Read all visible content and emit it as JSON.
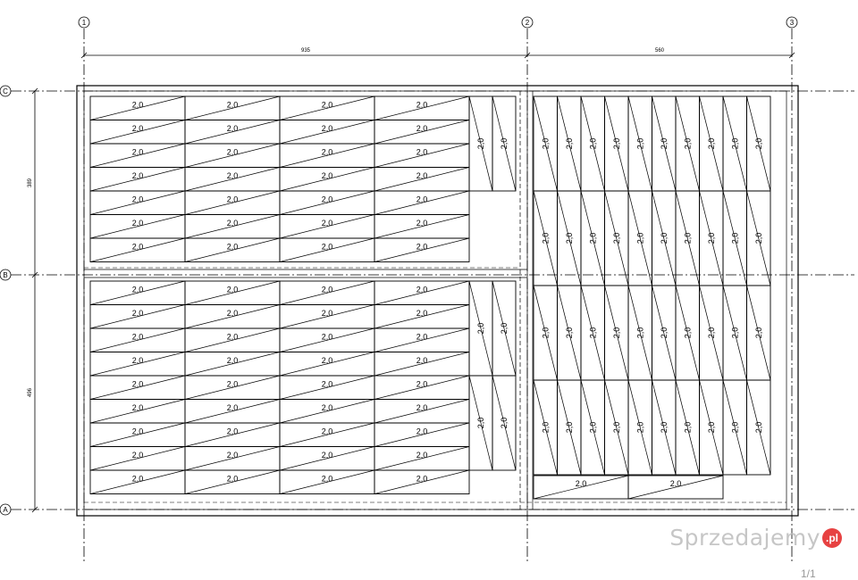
{
  "axes": {
    "columns": [
      "1",
      "2",
      "3"
    ],
    "rows": [
      "C",
      "B",
      "A"
    ]
  },
  "dimensions": {
    "top_left": "935",
    "top_right": "560",
    "left_upper": "389",
    "left_lower": "496"
  },
  "slab_label": "2,0",
  "watermark": {
    "text": "Sprzedajemy",
    "badge": ".pl"
  },
  "page_counter": "1/1"
}
